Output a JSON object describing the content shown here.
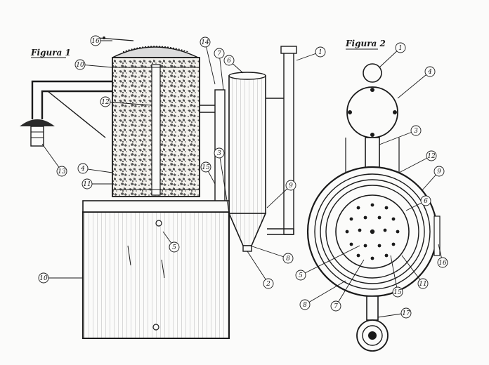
{
  "figures": {
    "fig1": {
      "caption": "Figura 1",
      "callouts": [
        "16",
        "10",
        "12",
        "14",
        "7",
        "6",
        "1",
        "13",
        "4",
        "11",
        "15",
        "9",
        "5",
        "10",
        "8",
        "2",
        "3"
      ]
    },
    "fig2": {
      "caption": "Figura 2",
      "callouts": [
        "1",
        "4",
        "3",
        "12",
        "9",
        "6",
        "5",
        "8",
        "7",
        "15",
        "11",
        "16",
        "17"
      ]
    }
  }
}
